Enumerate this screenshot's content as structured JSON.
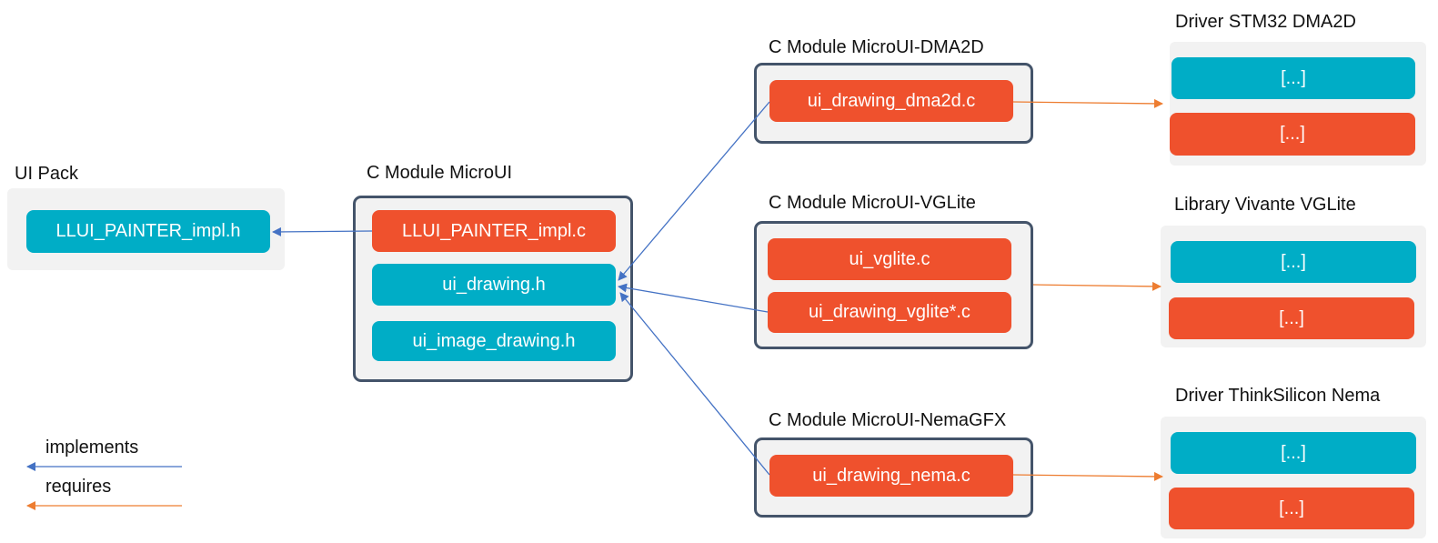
{
  "colors": {
    "teal": "#00adc6",
    "orange": "#ef512d",
    "implements": "#4472c4",
    "requires": "#ed7d31",
    "module_border": "#44546a",
    "group_bg": "#f2f2f2"
  },
  "groups": {
    "ui_pack": {
      "title": "UI Pack",
      "items": [
        {
          "label": "LLUI_PAINTER_impl.h",
          "kind": "header"
        }
      ]
    },
    "microui": {
      "title": "C Module MicroUI",
      "items": [
        {
          "label": "LLUI_PAINTER_impl.c",
          "kind": "source"
        },
        {
          "label": "ui_drawing.h",
          "kind": "header"
        },
        {
          "label": "ui_image_drawing.h",
          "kind": "header"
        }
      ]
    },
    "dma2d": {
      "title": "C Module MicroUI-DMA2D",
      "items": [
        {
          "label": "ui_drawing_dma2d.c",
          "kind": "source"
        }
      ]
    },
    "vglite": {
      "title": "C Module MicroUI-VGLite",
      "items": [
        {
          "label": "ui_vglite.c",
          "kind": "source"
        },
        {
          "label": "ui_drawing_vglite*.c",
          "kind": "source"
        }
      ]
    },
    "nema": {
      "title": "C Module MicroUI-NemaGFX",
      "items": [
        {
          "label": "ui_drawing_nema.c",
          "kind": "source"
        }
      ]
    },
    "stm32": {
      "title": "Driver STM32  DMA2D",
      "items": [
        {
          "label": "[...]",
          "kind": "header"
        },
        {
          "label": "[...]",
          "kind": "source"
        }
      ]
    },
    "vivante": {
      "title": "Library Vivante VGLite",
      "items": [
        {
          "label": "[...]",
          "kind": "header"
        },
        {
          "label": "[...]",
          "kind": "source"
        }
      ]
    },
    "thinksilicon": {
      "title": "Driver ThinkSilicon Nema",
      "items": [
        {
          "label": "[...]",
          "kind": "header"
        },
        {
          "label": "[...]",
          "kind": "source"
        }
      ]
    }
  },
  "edges": [
    {
      "from": "LLUI_PAINTER_impl.c",
      "to": "LLUI_PAINTER_impl.h",
      "type": "implements"
    },
    {
      "from": "ui_drawing_dma2d.c",
      "to": "ui_drawing.h",
      "type": "implements"
    },
    {
      "from": "ui_drawing_vglite*.c",
      "to": "ui_drawing.h",
      "type": "implements"
    },
    {
      "from": "ui_drawing_nema.c",
      "to": "ui_drawing.h",
      "type": "implements"
    },
    {
      "from": "ui_drawing_dma2d.c",
      "to": "Driver STM32 DMA2D",
      "type": "requires"
    },
    {
      "from": "C Module MicroUI-VGLite",
      "to": "Library Vivante VGLite",
      "type": "requires"
    },
    {
      "from": "ui_drawing_nema.c",
      "to": "Driver ThinkSilicon Nema",
      "type": "requires"
    }
  ],
  "legend": {
    "implements": "implements",
    "requires": "requires"
  }
}
